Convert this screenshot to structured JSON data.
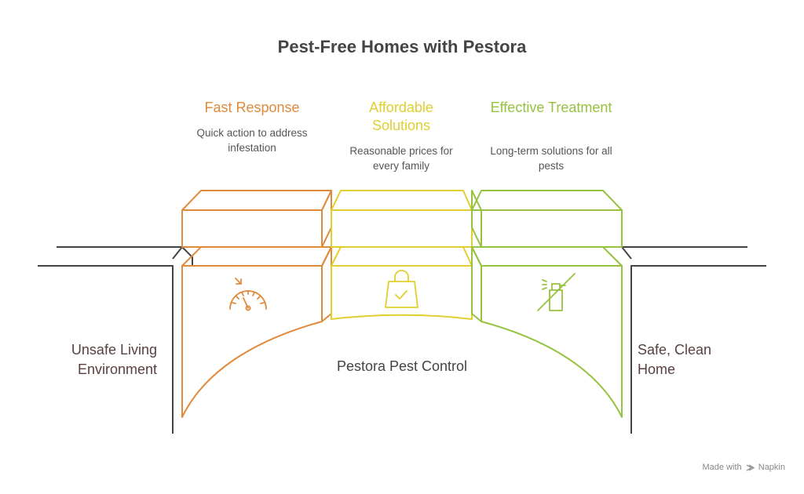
{
  "title": "Pest-Free Homes with Pestora",
  "pillars": [
    {
      "title": "Fast Response",
      "description": "Quick action to address infestation",
      "color": "#e08a3c",
      "icon": "speedometer-icon"
    },
    {
      "title": "Affordable Solutions",
      "description": "Reasonable prices for every family",
      "color": "#e0cf2e",
      "icon": "shopping-bag-check-icon"
    },
    {
      "title": "Effective Treatment",
      "description": "Long-term solutions for all pests",
      "color": "#97c23f",
      "icon": "no-spray-icon"
    }
  ],
  "left_label": "Unsafe Living Environment",
  "right_label": "Safe, Clean Home",
  "center_label": "Pestora Pest Control",
  "footer": {
    "made_with": "Made with",
    "brand": "Napkin"
  }
}
